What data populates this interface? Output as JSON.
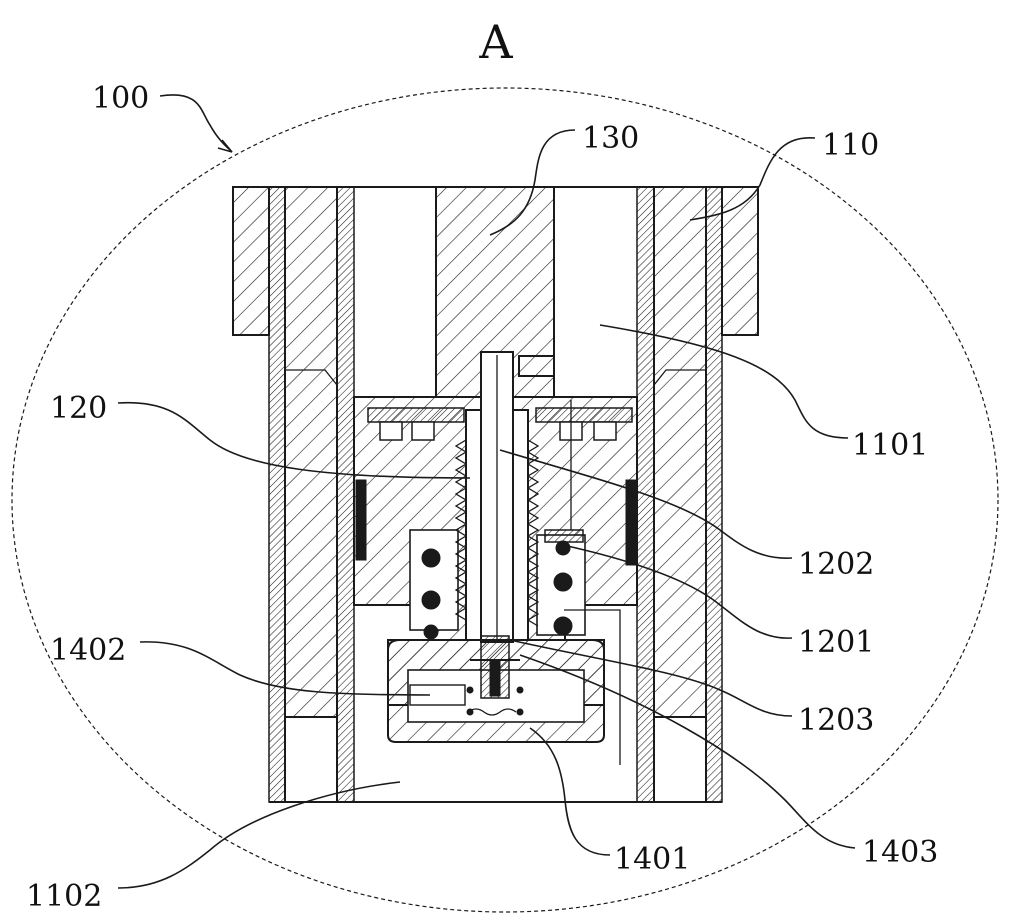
{
  "figure": {
    "title": "A",
    "labels": {
      "l100": "100",
      "l110": "110",
      "l130": "130",
      "l120": "120",
      "l1101": "1101",
      "l1202": "1202",
      "l1201": "1201",
      "l1402": "1402",
      "l1203": "1203",
      "l1401": "1401",
      "l1403": "1403",
      "l1102": "1102"
    }
  }
}
